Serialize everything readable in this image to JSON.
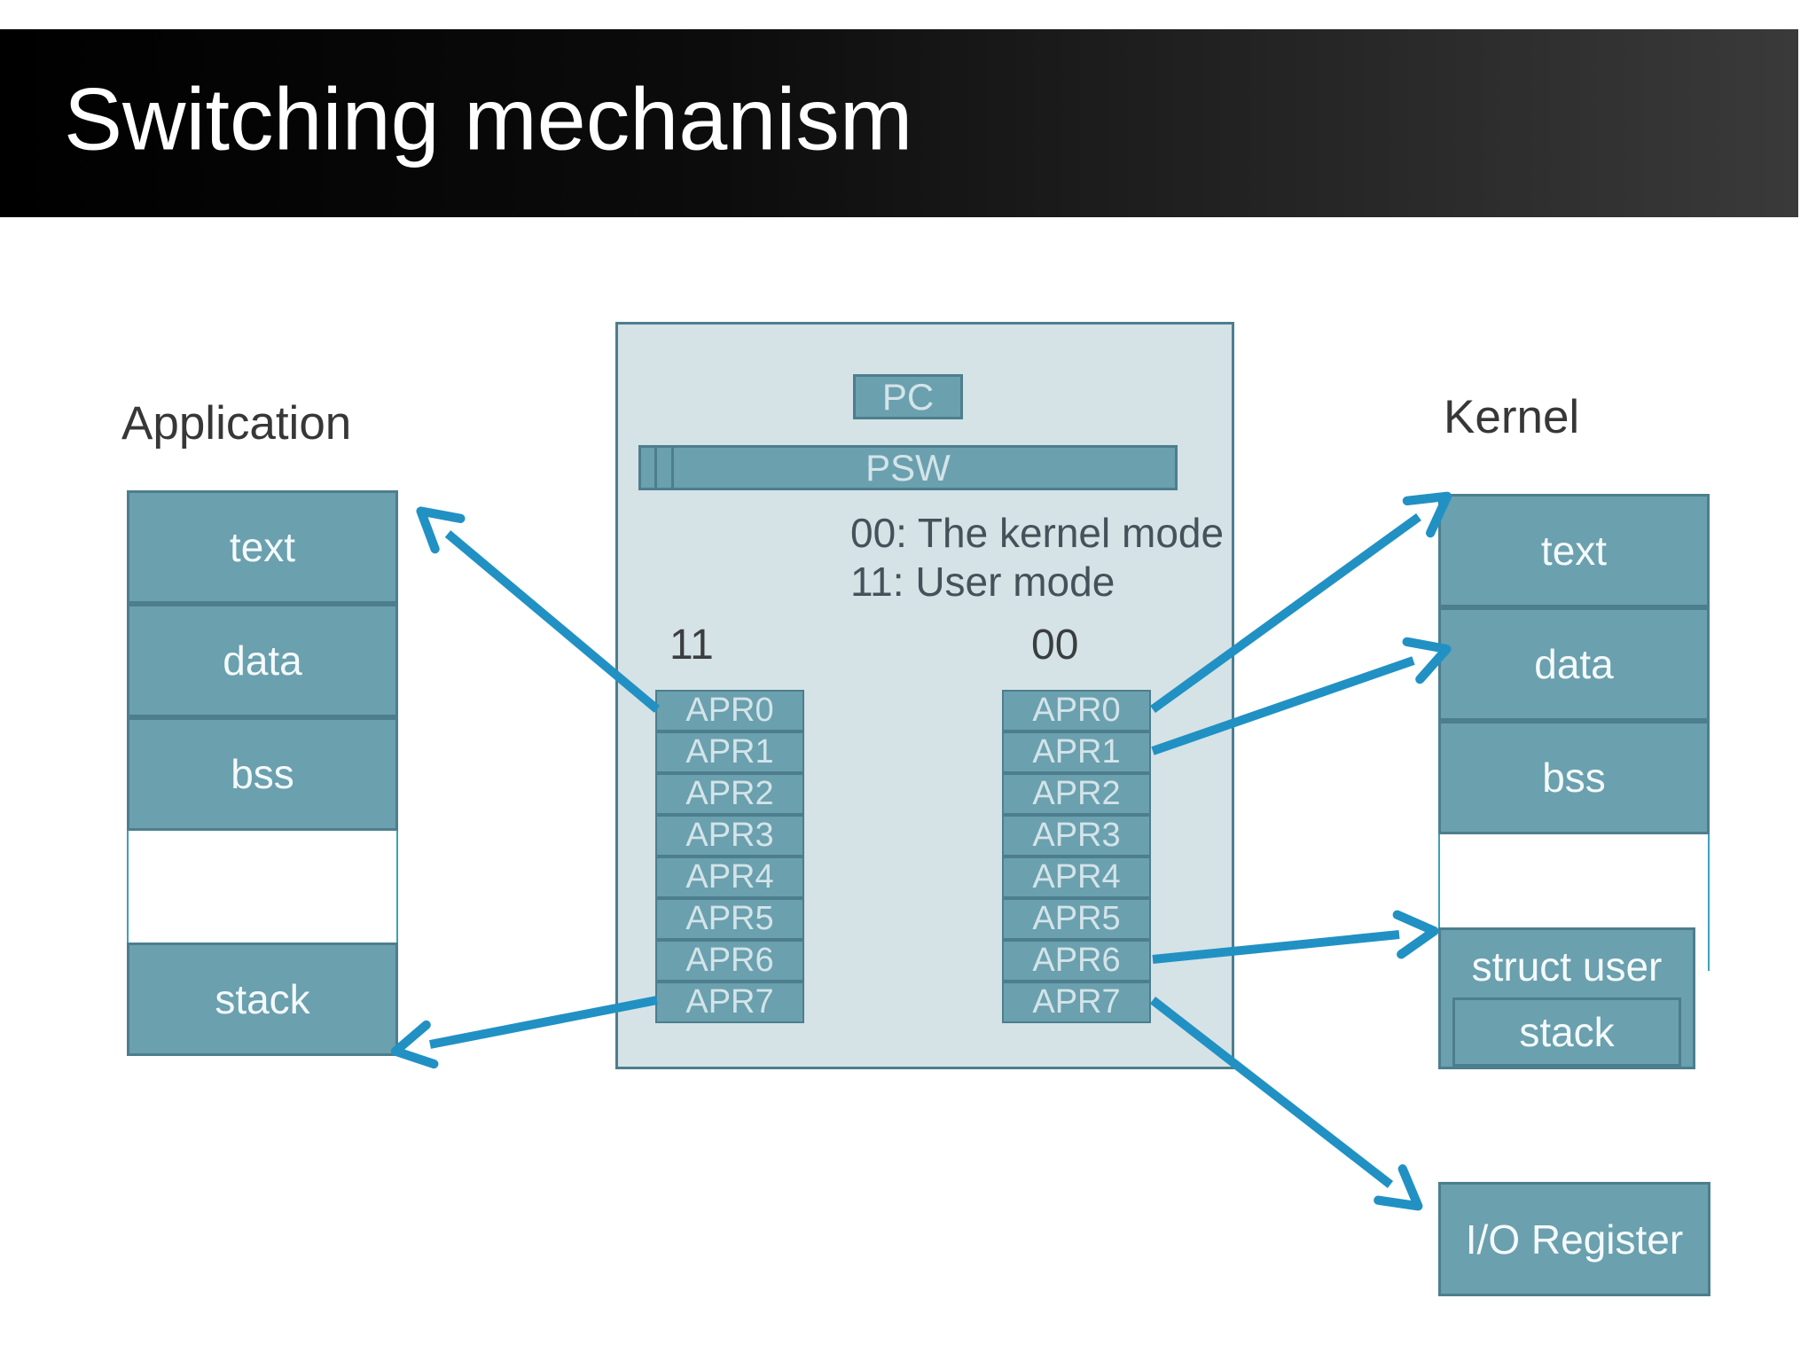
{
  "title": "Switching mechanism",
  "application": {
    "heading": "Application",
    "segments": {
      "text": "text",
      "data": "data",
      "bss": "bss",
      "stack": "stack"
    }
  },
  "cpu": {
    "pc_label": "PC",
    "psw_label": "PSW",
    "mode_legend": {
      "line1": "00: The kernel mode",
      "line2": "11: User mode"
    },
    "user_mode_bits": "11",
    "kernel_mode_bits": "00",
    "user_aprs": [
      "APR0",
      "APR1",
      "APR2",
      "APR3",
      "APR4",
      "APR5",
      "APR6",
      "APR7"
    ],
    "kernel_aprs": [
      "APR0",
      "APR1",
      "APR2",
      "APR3",
      "APR4",
      "APR5",
      "APR6",
      "APR7"
    ]
  },
  "kernel": {
    "heading": "Kernel",
    "segments": {
      "text": "text",
      "data": "data",
      "bss": "bss",
      "struct_user": "struct user",
      "stack": "stack",
      "io_register": "I/O Register"
    }
  },
  "colors": {
    "box_fill": "#6BA0AE",
    "box_border": "#4D7E8E",
    "panel_fill": "#D5E2E6",
    "arrow_blue": "#2191C4",
    "header_gradient_left": "#000000",
    "header_gradient_right": "#3A3A3A",
    "title_text": "#FFFFFF",
    "heading_text": "#373737"
  }
}
